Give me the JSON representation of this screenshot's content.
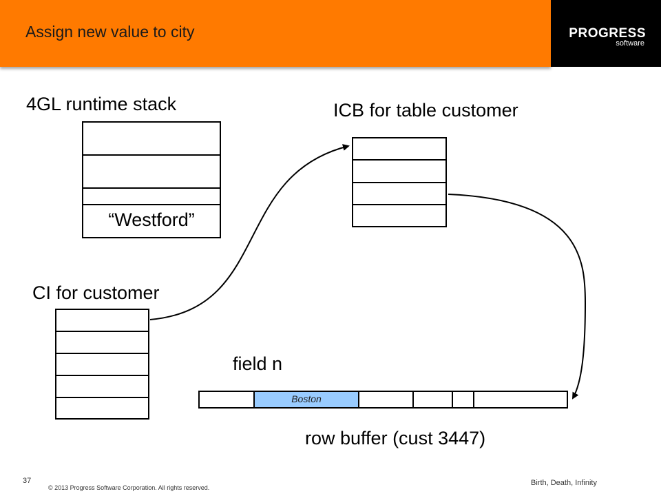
{
  "header": {
    "title": "Assign new value to city",
    "logo_main": "PROGRESS",
    "logo_sub": "software"
  },
  "diagram": {
    "runtime_stack_label": "4GL runtime stack",
    "runtime_stack_value": "“Westford”",
    "icb_label": "ICB for table customer",
    "ci_label": "CI for customer",
    "field_label": "field n",
    "field_value": "Boston",
    "row_buffer_label": "row buffer (cust 3447)"
  },
  "footer": {
    "slide_number": "37",
    "copyright": "© 2013 Progress Software Corporation. All rights reserved.",
    "right_text": "Birth, Death, Infinity"
  }
}
